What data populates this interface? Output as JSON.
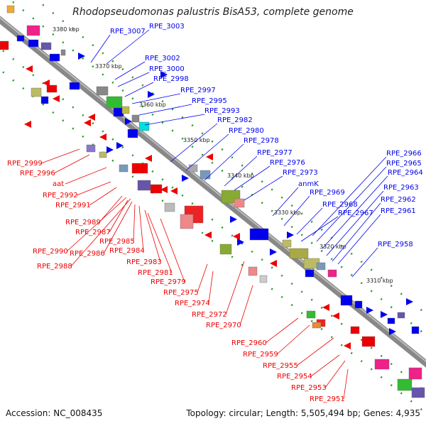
{
  "title": "Rhodopseudomonas palustris BisA53, complete genome",
  "accession": "Accession: NC_008435",
  "topology": "Topology: circular; Length: 5,505,494 bp; Genes: 4,935",
  "colors": {
    "forward": "#0000ee",
    "reverse": "#ee0000",
    "backbone": "#888888",
    "tick": "#229922"
  },
  "kbp_labels": [
    "3380 kbp",
    "3370 kbp",
    "3360 kbp",
    "3350 kbp",
    "3340 kbp",
    "3330 kbp",
    "3320 kbp",
    "3310 kbp"
  ],
  "forward_labels": [
    "RPE_3007",
    "RPE_3003",
    "RPE_3002",
    "RPE_3000",
    "RPE_2998",
    "RPE_2997",
    "RPE_2995",
    "RPE_2993",
    "RPE_2982",
    "RPE_2980",
    "RPE_2978",
    "RPE_2977",
    "RPE_2976",
    "RPE_2973",
    "anmK",
    "RPE_2969",
    "RPE_2968",
    "RPE_2967",
    "RPE_2966",
    "RPE_2965",
    "RPE_2964",
    "RPE_2963",
    "RPE_2962",
    "RPE_2961",
    "RPE_2958"
  ],
  "reverse_labels": [
    "RPE_2999",
    "RPE_2996",
    "aat",
    "RPE_2992",
    "RPE_2991",
    "RPE_2989",
    "RPE_2987",
    "RPE_2985",
    "RPE_2990",
    "RPE_2986",
    "RPE_2984",
    "RPE_2988",
    "RPE_2983",
    "RPE_2981",
    "RPE_2979",
    "RPE_2975",
    "RPE_2974",
    "RPE_2972",
    "RPE_2970",
    "RPE_2960",
    "RPE_2959",
    "RPE_2955",
    "RPE_2954",
    "RPE_2953",
    "RPE_2951"
  ]
}
